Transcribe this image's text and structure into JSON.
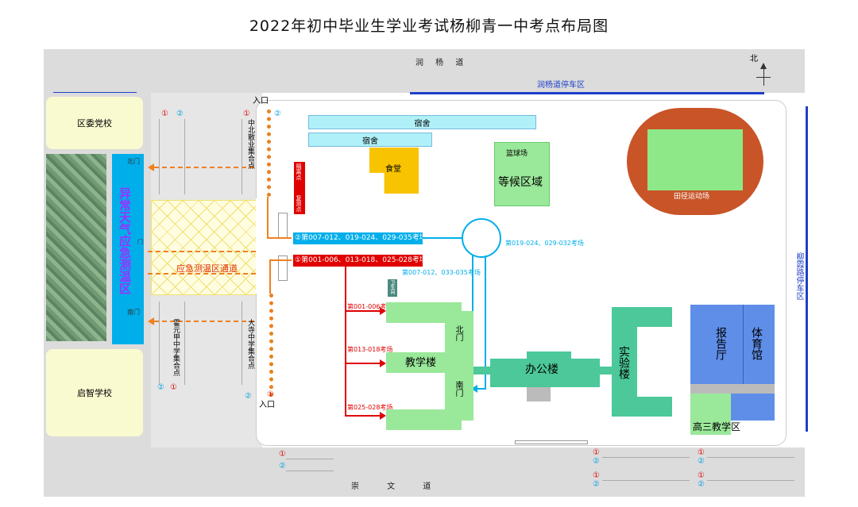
{
  "title": "2022年初中毕业生学业考试杨柳青一中考点布局图",
  "compass": "北",
  "roads": {
    "north": "润 杨 道",
    "north_parking": "润杨道停车区",
    "south": "崇 文 道",
    "east_parking": "柳霞路停车区"
  },
  "buildings": {
    "party_school": "区委党校",
    "qizhi_school": "启智学校",
    "emergency_zone": "异常天气应急测温区",
    "north_gate_label": "北门",
    "south_gate_label": "南门",
    "emergency_channel": "应急测温区通道",
    "dorm1": "宿舍",
    "dorm2": "宿舍",
    "canteen": "食堂",
    "court": "篮球场",
    "waiting": "等候区域",
    "track": "田径运动场",
    "isolation": "隔离点",
    "recheck": "复测点",
    "clinic": "卫生间",
    "teaching": "教学楼",
    "teaching_north": "北门",
    "teaching_south": "南门",
    "office": "办公楼",
    "lab": "实验楼",
    "hall": "报告厅",
    "gym": "体育馆",
    "senior3": "高三教学区"
  },
  "gates": {
    "entrance_top": "入口",
    "entrance_bottom": "入口",
    "entrance_left": "门"
  },
  "assembly": {
    "zhongbei": "中北散业集合点",
    "huoyuanjia": "霍元甲中学集合点",
    "dasi": "大寺中学集合点"
  },
  "routes": {
    "route2": "②第007-012、019-024、029-035考场",
    "route1": "①第001-006、013-018、025-028考场",
    "right_label": "第019-024、029-032考场",
    "mid_label": "第007-012、033-035考场",
    "r_a": "第001-006考场",
    "r_b": "第013-018考场",
    "r_c": "第025-028考场"
  },
  "markers": {
    "one": "①",
    "two": "②"
  },
  "colors": {
    "accent_red": "#e60000",
    "accent_blue": "#00a0e0",
    "orange": "#f08020",
    "green": "#98e890",
    "teal": "#4cc89a",
    "blue": "#5f8ee8"
  }
}
